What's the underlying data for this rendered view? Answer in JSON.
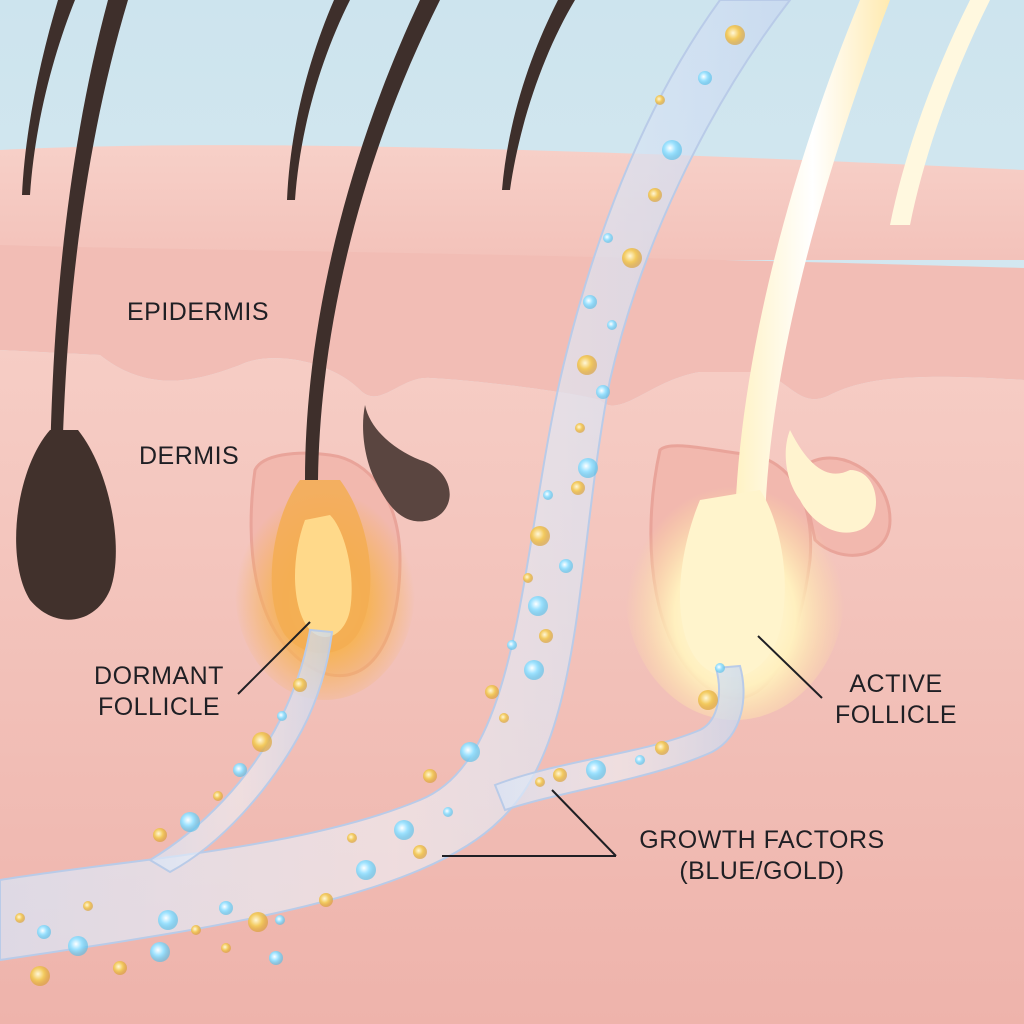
{
  "labels": {
    "epidermis": "EPIDERMIS",
    "dermis": "DERMIS",
    "dormant_follicle": [
      "DORMANT",
      "FOLLICLE"
    ],
    "active_follicle": [
      "ACTIVE",
      "FOLLICLE"
    ],
    "growth_factors": [
      "GROWTH FACTORS",
      "(BLUE/GOLD)"
    ]
  },
  "colors": {
    "sky": "#cfe6ee",
    "skin": "#f4c3bd",
    "skin_deep": "#efb2ab",
    "hair": "#3e2f2b",
    "dormant_glow": "#ffb340",
    "active_glow": "#fff6d6",
    "vessel": "#dfe9f7",
    "particle_blue": "#7fd6ff",
    "particle_gold": "#f2c24e",
    "leader_line": "#1f1f24"
  }
}
